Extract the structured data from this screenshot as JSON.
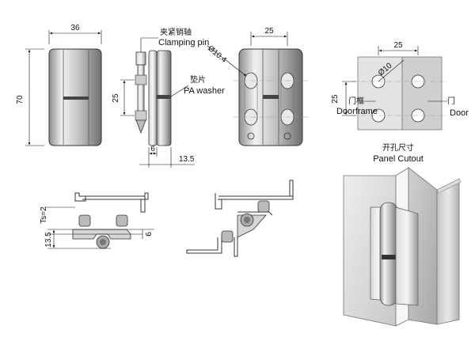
{
  "front_view": {
    "width": "36",
    "height": "70"
  },
  "side_view": {
    "clamping_pin_cn": "夹紧销轴",
    "clamping_pin_en": "Clamping pin",
    "washer_cn": "垫片",
    "washer_en": "PA washer",
    "pitch": "25",
    "leaf_thickness": "6",
    "overall_depth": "13.5"
  },
  "hole_view": {
    "pitch_h": "25",
    "hole_dia": "Ø10.4"
  },
  "cutout": {
    "pitch_h": "25",
    "pitch_v": "25",
    "hole_dia": "Ø10",
    "doorframe_cn": "门框",
    "doorframe_en": "Doorframe",
    "door_cn": "门",
    "door_en": "Door",
    "title_cn": "开孔尺寸",
    "title_en": "Panel Cutout"
  },
  "section": {
    "ts": "Ts=2",
    "depth": "13.5",
    "offset": "6"
  }
}
